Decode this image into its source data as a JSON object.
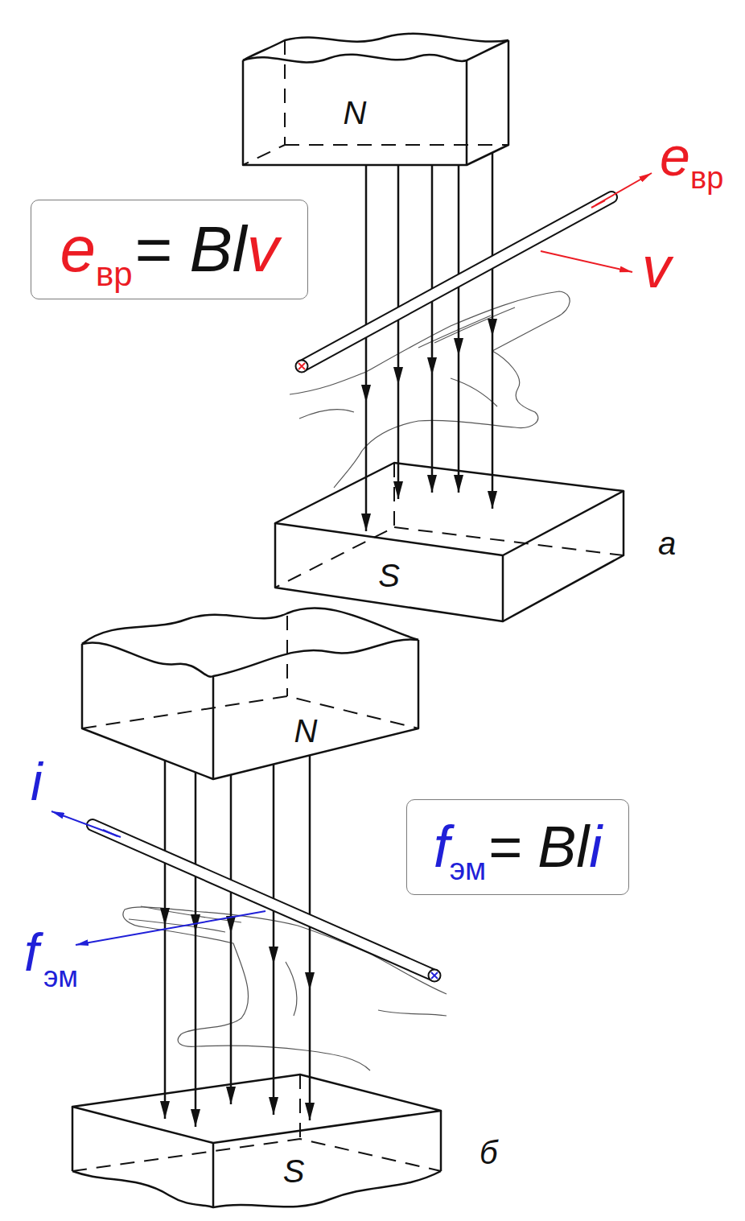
{
  "diagram": {
    "nodes": [
      {
        "text": [
          "N"
        ]
      },
      {
        "text": [
          "e",
          "вр",
          "= Bl",
          "v"
        ]
      },
      {
        "text": [
          "S"
        ]
      },
      {
        "text": [
          "N"
        ]
      },
      {
        "text": [
          "f",
          "эм",
          "= Bl",
          "i"
        ]
      },
      {
        "text": [
          "S"
        ]
      }
    ],
    "labels": [
      "e",
      "вр",
      "v",
      "a",
      "i",
      "f",
      "эм",
      "б"
    ]
  }
}
